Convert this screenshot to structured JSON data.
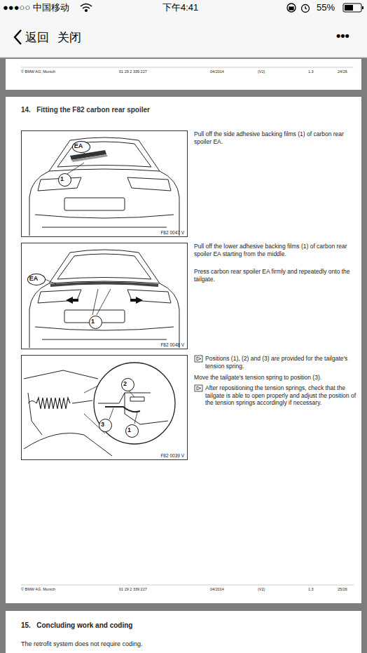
{
  "diagram": {
    "title": "14.   Fitting the F82 carbon rear spoiler",
    "nodes": [
      {
        "text": [
          "F82 0047 V"
        ]
      },
      {
        "text": [
          "EA"
        ],
        "in": 0
      },
      {
        "text": [
          "1"
        ],
        "in": 0
      },
      {
        "text": [
          "F82 0048 V"
        ]
      },
      {
        "text": [
          "EA"
        ],
        "in": 3
      },
      {
        "text": [
          "1"
        ],
        "in": 3
      },
      {
        "text": [
          "F82 0039 V"
        ]
      },
      {
        "text": [
          "2"
        ],
        "in": 6
      },
      {
        "text": [
          "3"
        ],
        "in": 6
      },
      {
        "text": [
          "1"
        ],
        "in": 6
      }
    ],
    "labels": [
      "●●●○○ 中国移动",
      "下午4:41",
      "55%",
      "返回",
      "关闭",
      "•••",
      "© BMW AG, Munich",
      "01 29 2 339 227",
      "04/2014",
      "(V2)",
      "1.3",
      "24/26",
      "Pull off the side adhesive backing films (1) of carbon rear spoiler EA.",
      "Pull off the lower adhesive backing films (1) of carbon rear spoiler EA starting from the middle.",
      "Press carbon rear spoiler EA firmly and repeatedly onto the tailgate.",
      "Positions (1), (2) and (3) are provided for the tailgate's tension spring.",
      "Move the tailgate's tension spring to position (3).",
      "After repositioning the tension springs, check that the tailgate is able to open properly and adjust the position of the tension springs accordingly if necessary.",
      "© BMW AG, Munich",
      "01 29 2 339 227",
      "04/2014",
      "(V2)",
      "1.3",
      "25/26",
      "15.   Concluding work and coding",
      "The retrofit system does not require coding."
    ]
  }
}
